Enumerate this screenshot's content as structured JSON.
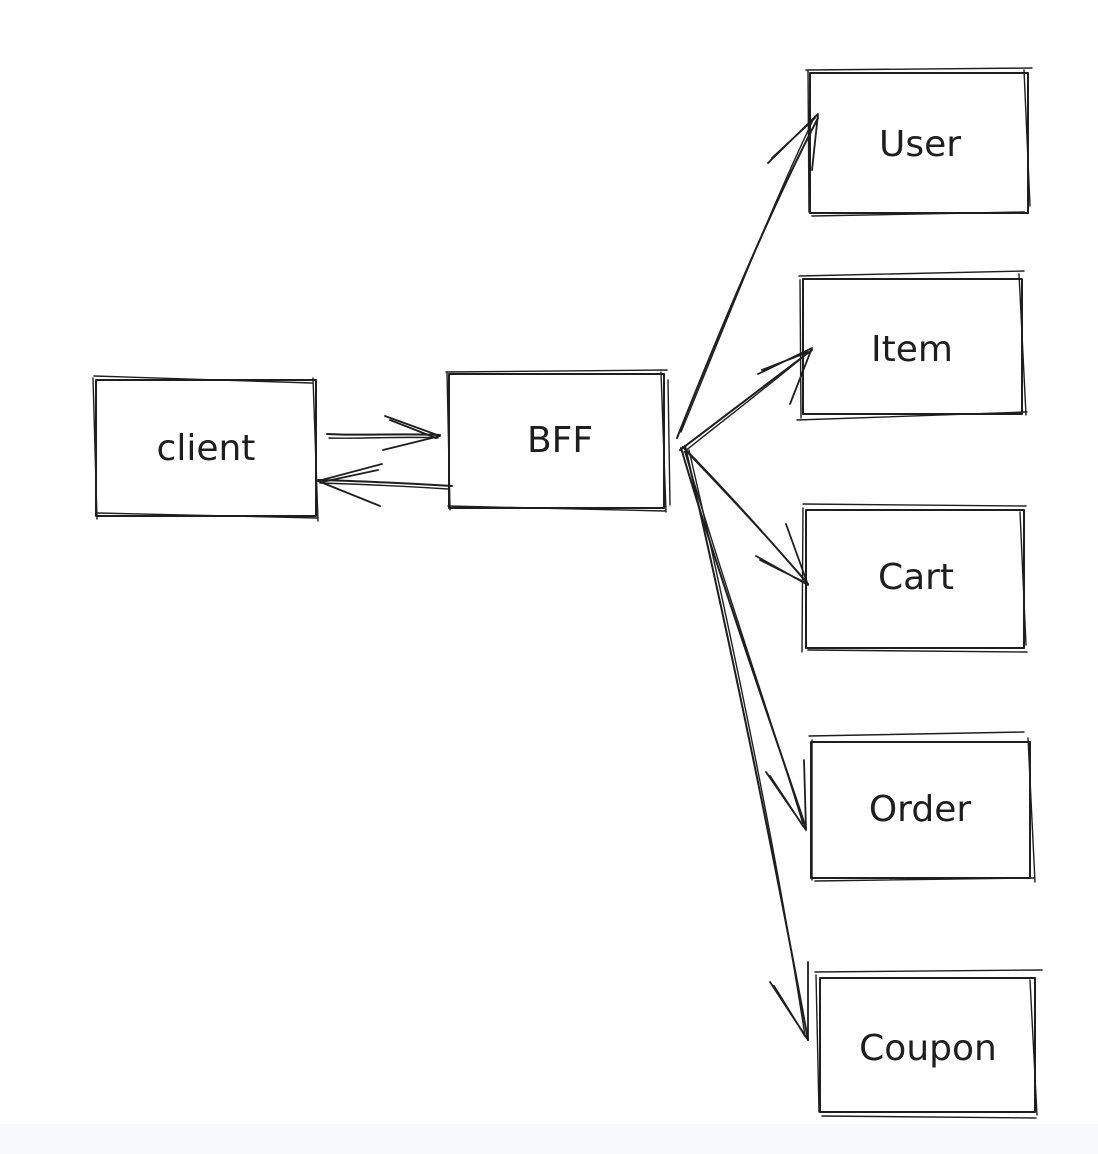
{
  "diagram": {
    "stroke_color": "#1e1e1e",
    "background_color": "#ffffff",
    "nodes": {
      "client": "client",
      "bff": "BFF",
      "user": "User",
      "item": "Item",
      "cart": "Cart",
      "order": "Order",
      "coupon": "Coupon"
    }
  }
}
